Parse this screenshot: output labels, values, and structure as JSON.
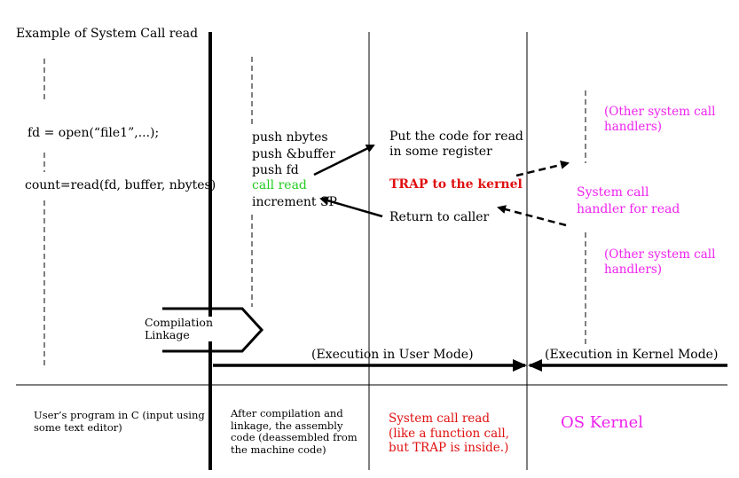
{
  "title": "Example of System Call read",
  "user_code": {
    "open_line": "fd = open(“file1”,...);",
    "read_line": "count=read(fd, buffer, nbytes)"
  },
  "assembly": {
    "lines": [
      "push nbytes",
      "push &buffer",
      "push fd"
    ],
    "call_line": "call read",
    "increment_line": "increment SP"
  },
  "syscall_lib": {
    "put_code": [
      "Put the code for read",
      "in some register"
    ],
    "trap": "TRAP to the kernel",
    "return": "Return to caller"
  },
  "kernel": {
    "other_handlers_top": [
      "(Other system call",
      "handlers)"
    ],
    "handler_read": [
      "System call",
      "handler for read"
    ],
    "other_handlers_bottom": [
      "(Other system call",
      "handlers)"
    ]
  },
  "compilation_label": [
    "Compilation",
    "Linkage"
  ],
  "modes": {
    "user": "(Execution in User Mode)",
    "kernel": "(Execution in Kernel Mode)"
  },
  "footer": {
    "col1": [
      "User’s program in C (input using",
      "some text editor)"
    ],
    "col2": [
      "After compilation and",
      "linkage, the assembly",
      "code (deassembled from",
      "the machine code)"
    ],
    "col3": [
      "System call read",
      "(like a function call,",
      "but TRAP is inside.)"
    ],
    "col4": "OS Kernel"
  },
  "colors": {
    "green": "#22cc22",
    "red": "#e01010",
    "magenta": "#ee22ee",
    "black": "#000000"
  }
}
